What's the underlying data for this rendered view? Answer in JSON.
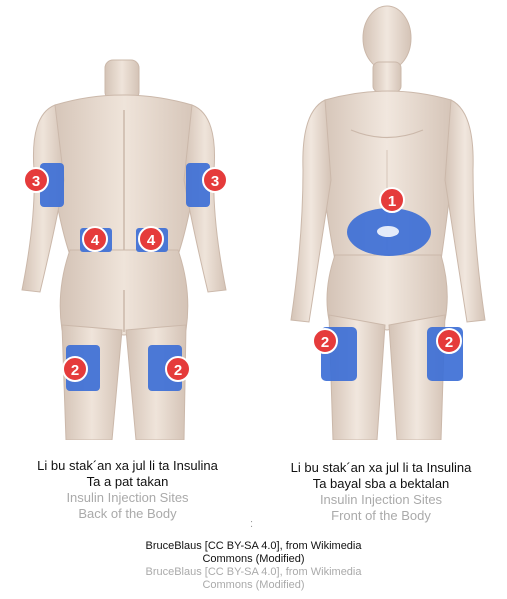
{
  "markers": {
    "abdomen": "1",
    "thigh": "2",
    "arm": "3",
    "upper_buttock": "4"
  },
  "captions": {
    "back": {
      "line1": "Li bu stak´an xa jul li ta Insulina",
      "line2": "Ta a pat takan",
      "line3": "Insulin Injection Sites",
      "line4": "Back of the Body"
    },
    "front": {
      "line1": "Li bu stak´an xa jul li ta Insulina",
      "line2": "Ta bayal sba a bektalan",
      "line3": "Insulin Injection Sites",
      "line4": "Front of the Body"
    }
  },
  "credit": {
    "line1": "BruceBlaus [CC BY-SA 4.0], from Wikimedia",
    "line2": "Commons (Modified)",
    "line3": "BruceBlaus [CC BY-SA 4.0], from Wikimedia",
    "line4": "Commons (Modified)"
  },
  "stray_mark": ":",
  "colors": {
    "site_fill": "#3d6fd6",
    "marker_fill": "#e53b3b",
    "skin": "#e6d8cc",
    "caption_translation": "#aaaaaa"
  }
}
